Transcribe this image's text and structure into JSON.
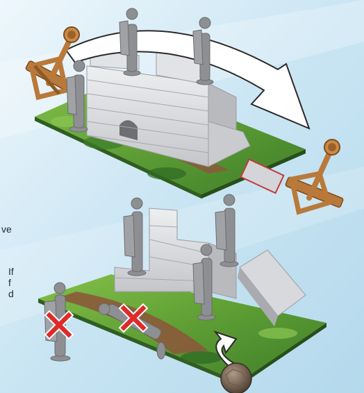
{
  "text_fragments": [
    "ve",
    "If",
    "f",
    "d"
  ],
  "colors": {
    "sky_light": "#e6f3fa",
    "sky": "#b9dcee",
    "stone": "#dcdde0",
    "stone_shadow": "#a9abb0",
    "grass": "#6fae3a",
    "grass_dark": "#3f7d2a",
    "dirt": "#8a5a3a",
    "wood": "#b9793a",
    "wood_dark": "#7f4a1c",
    "miniature": "#8d8f93",
    "cross": "#e02a2a",
    "arrow": "#ffffff"
  },
  "icons": [
    "catapult-icon",
    "curved-arrow-icon",
    "red-x-icon",
    "boulder-icon",
    "small-curved-arrow-icon"
  ]
}
